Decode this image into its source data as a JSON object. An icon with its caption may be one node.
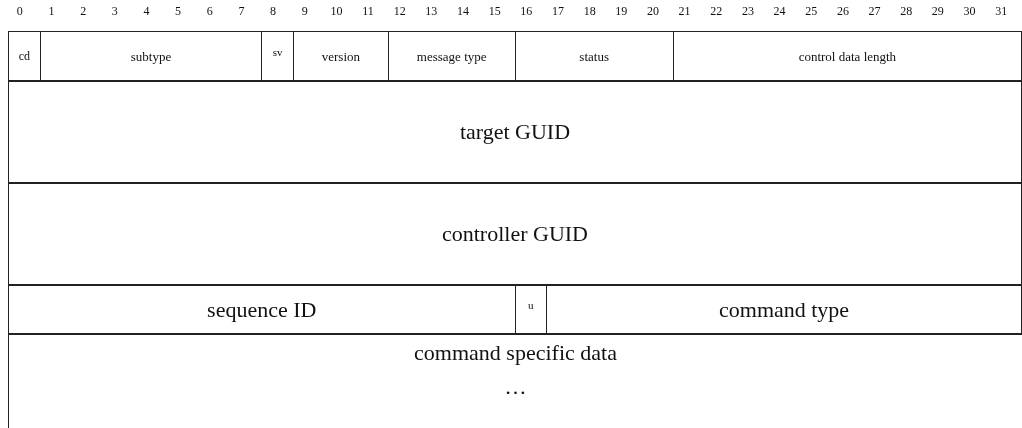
{
  "diagram": {
    "nodes": [
      {
        "text": [
          "cd"
        ]
      },
      {
        "text": [
          "subtype"
        ]
      },
      {
        "text": [
          "sv"
        ]
      },
      {
        "text": [
          "version"
        ]
      },
      {
        "text": [
          "message type"
        ]
      },
      {
        "text": [
          "status"
        ]
      },
      {
        "text": [
          "control data length"
        ]
      },
      {
        "text": [
          "target GUID"
        ]
      },
      {
        "text": [
          "controller GUID"
        ]
      },
      {
        "text": [
          "sequence ID"
        ]
      },
      {
        "text": [
          "u"
        ]
      },
      {
        "text": [
          "command type"
        ]
      },
      {
        "text": [
          "command specific data",
          "…"
        ]
      }
    ],
    "edges": [],
    "labels": [
      "0",
      "1",
      "2",
      "3",
      "4",
      "5",
      "6",
      "7",
      "8",
      "9",
      "10",
      "11",
      "12",
      "13",
      "14",
      "15",
      "16",
      "17",
      "18",
      "19",
      "20",
      "21",
      "22",
      "23",
      "24",
      "25",
      "26",
      "27",
      "28",
      "29",
      "30",
      "31"
    ]
  }
}
